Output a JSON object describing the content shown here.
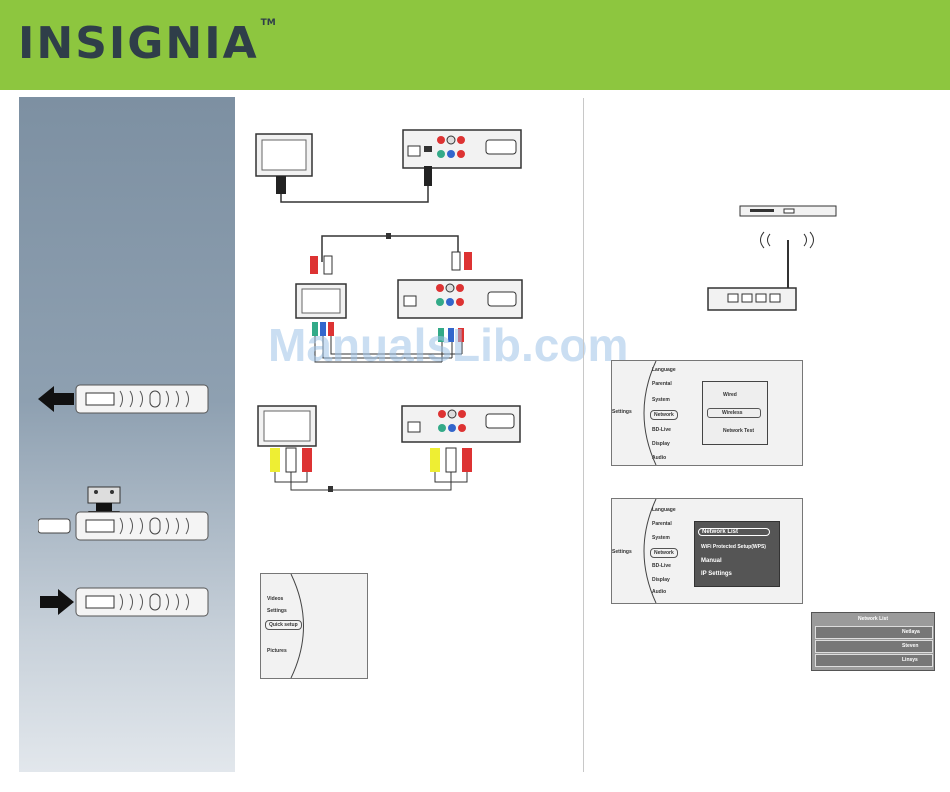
{
  "brand": {
    "name": "INSIGNIA",
    "tm": "TM"
  },
  "colors": {
    "header": "#8dc63f",
    "logo": "#2f3e49",
    "sidebar": "#7d90a2"
  },
  "watermark": "ManualsLib.com",
  "quick_setup_menu": {
    "items": [
      "Videos",
      "Settings",
      "Quick setup",
      "Pictures"
    ]
  },
  "settings_menu_1": {
    "items": [
      "Language",
      "Parental",
      "System",
      "Network",
      "BD-Live",
      "Display",
      "Audio"
    ],
    "label": "Settings",
    "submenu": [
      "Wired",
      "Wireless",
      "Network Test"
    ]
  },
  "settings_menu_2": {
    "items": [
      "Language",
      "Parental",
      "System",
      "Network",
      "BD-Live",
      "Display",
      "Audio"
    ],
    "label": "Settings",
    "submenu": [
      "Network List",
      "WiFi Protected Setup(WPS)",
      "Manual",
      "IP Settings"
    ]
  },
  "network_list": {
    "title": "Network List",
    "entries": [
      "Netlaya",
      "Steven",
      "Linsys"
    ]
  }
}
